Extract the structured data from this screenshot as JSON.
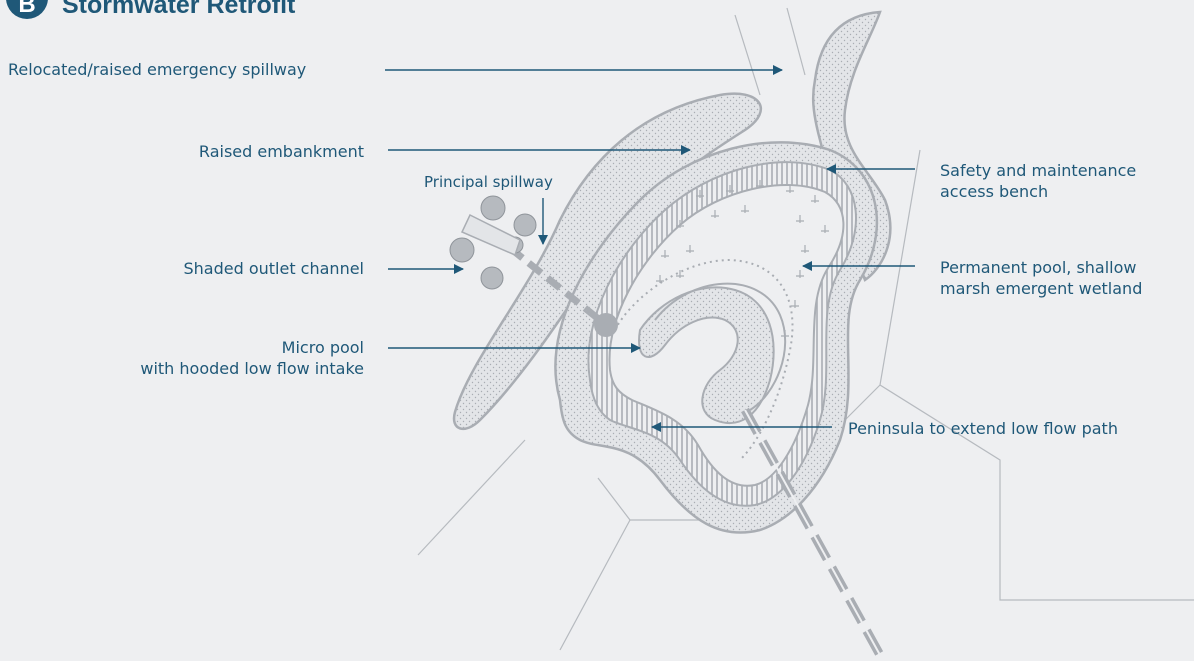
{
  "header": {
    "badge": "B",
    "title": "Stormwater Retrofit"
  },
  "labels": {
    "spillway_emergency": "Relocated/raised emergency spillway",
    "embankment": "Raised embankment",
    "principal_spillway": "Principal spillway",
    "outlet_channel": "Shaded outlet channel",
    "micro_pool_line1": "Micro pool",
    "micro_pool_line2": "with hooded low flow intake",
    "bench_line1": "Safety and maintenance",
    "bench_line2": "access bench",
    "pool_line1": "Permanent pool, shallow",
    "pool_line2": "marsh emergent wetland",
    "peninsula": "Peninsula to extend low flow path"
  },
  "colors": {
    "text": "#1f5878",
    "line": "#a9adb3",
    "fill": "#d5d7db",
    "background": "#eeeff1"
  }
}
